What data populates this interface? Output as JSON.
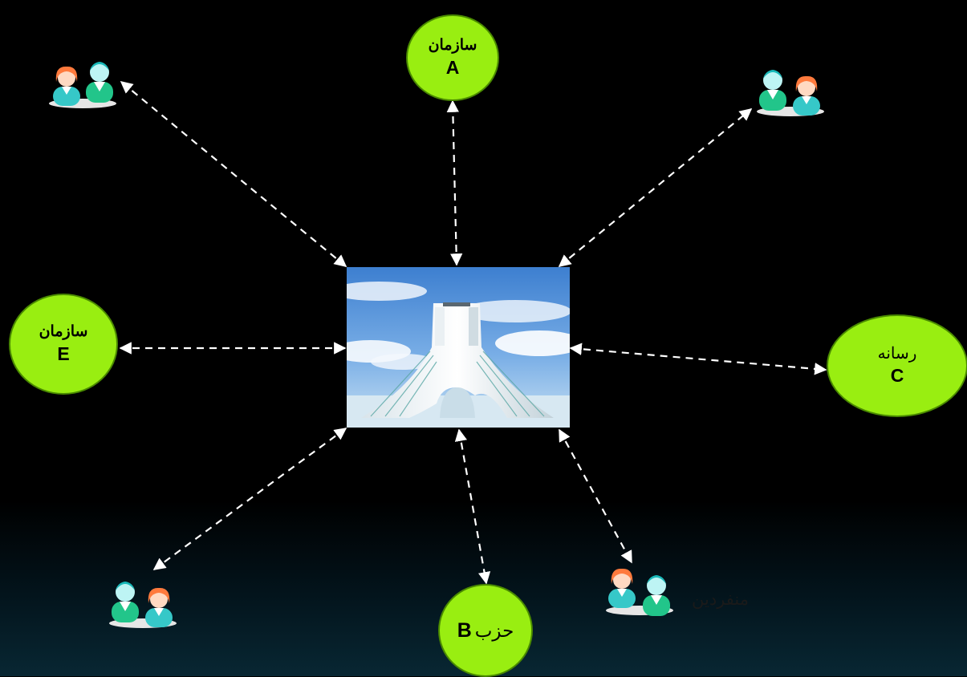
{
  "diagram": {
    "center": {
      "icon": "azadi-tower-photo"
    },
    "nodes": {
      "a": {
        "name": "سازمان",
        "letter": "A"
      },
      "b": {
        "name": "حزب",
        "letter": "B"
      },
      "c": {
        "name": "رسانه",
        "letter": "C"
      },
      "e": {
        "name": "سازمان",
        "letter": "E"
      }
    },
    "individuals_label": "منفردین",
    "people_icon": "people-pair-icon",
    "connector_style": "dashed-double-arrow",
    "colors": {
      "background": "#000000",
      "node_fill": "#99ee11",
      "connector": "#ffffff",
      "person_female": "#ff9966",
      "person_male": "#22cccc"
    }
  }
}
